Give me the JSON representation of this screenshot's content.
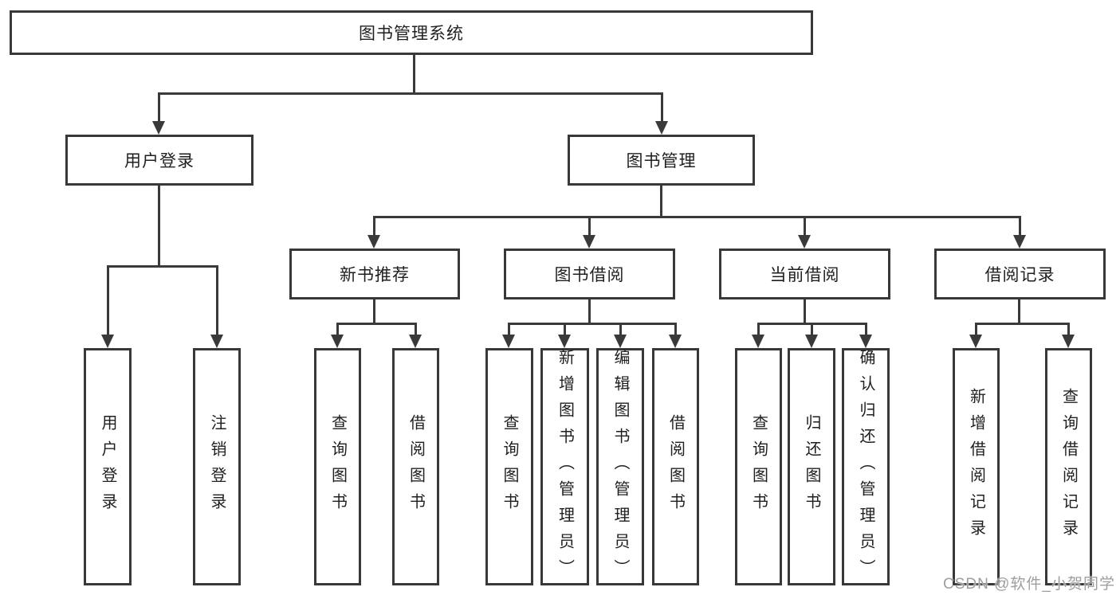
{
  "page": {
    "background_color": "#ffffff",
    "line_color": "#3a3a3a",
    "box_border_color": "#383838",
    "text_color": "#1f1f1f",
    "watermark_color": "#9e9e9e"
  },
  "watermark": {
    "text": "CSDN @软件_小贺同学"
  },
  "tree": {
    "label": "图书管理系统",
    "children": [
      {
        "label": "用户登录",
        "children": [
          {
            "label": "用户登录"
          },
          {
            "label": "注销登录"
          }
        ]
      },
      {
        "label": "图书管理",
        "children": [
          {
            "label": "新书推荐",
            "children": [
              {
                "label": "查询图书"
              },
              {
                "label": "借阅图书"
              }
            ]
          },
          {
            "label": "图书借阅",
            "children": [
              {
                "label": "查询图书"
              },
              {
                "label": "新增图书（管理员）"
              },
              {
                "label": "编辑图书（管理员）"
              },
              {
                "label": "借阅图书"
              }
            ]
          },
          {
            "label": "当前借阅",
            "children": [
              {
                "label": "查询图书"
              },
              {
                "label": "归还图书"
              },
              {
                "label": "确认归还（管理员）"
              }
            ]
          },
          {
            "label": "借阅记录",
            "children": [
              {
                "label": "新增借阅记录"
              },
              {
                "label": "查询借阅记录"
              }
            ]
          }
        ]
      }
    ]
  }
}
